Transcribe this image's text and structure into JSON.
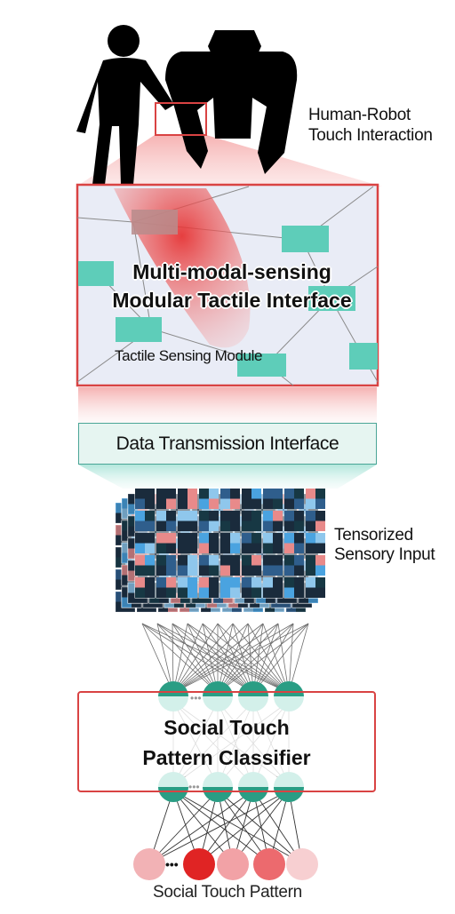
{
  "figure": {
    "labels": {
      "interaction": [
        "Human-Robot",
        "Touch Interaction"
      ],
      "interface_title": [
        "Multi-modal-sensing",
        "Modular Tactile Interface"
      ],
      "module": "Tactile Sensing Module",
      "transmission": "Data Transmission Interface",
      "tensor": [
        "Tensorized",
        "Sensory Input"
      ],
      "classifier": [
        "Social Touch",
        "Pattern Classifier"
      ],
      "output": "Social Touch Pattern"
    },
    "colors": {
      "accent_red": "#d94343",
      "teal_module": "#5ecdb9",
      "teal_node": "#2a9d84",
      "panel_bg": "#e9ecf6",
      "tensor_dark": "#1a2b3c",
      "tensor_blue": "#4aa3e0",
      "tensor_pink": "#e88a8a"
    },
    "output_node_colors": [
      "#f2b2b5",
      "#e02424",
      "#f2a2a6",
      "#ec6a6e",
      "#f7cfd1"
    ]
  }
}
